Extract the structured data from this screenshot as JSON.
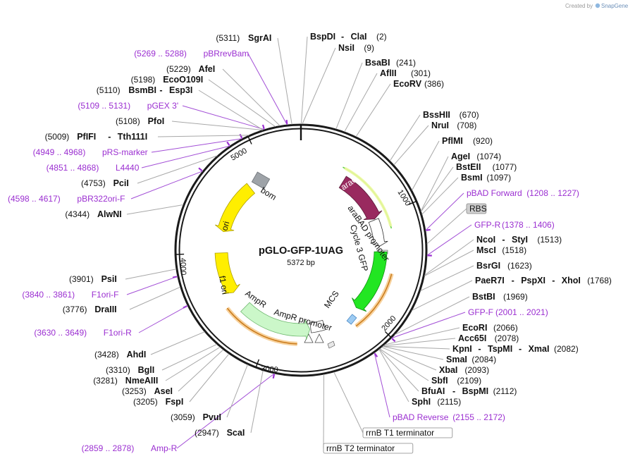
{
  "credit": {
    "prefix": "Created by",
    "brand": "SnapGene"
  },
  "plasmid": {
    "name": "pGLO-GFP-1UAG",
    "size": "5372 bp"
  },
  "colors": {
    "backbone": "#1a1a1a",
    "primer": "#9b2fd1",
    "araC": "#992a5f",
    "gfp": "#22e622",
    "ampr": "#cbf7c9",
    "ori": "#ffee00",
    "f1ori": "#ffee00",
    "mcs": "#9dcbf2",
    "bom": "#9ea3a8",
    "terminator": "#e0e0e0",
    "binding": "#f5a742"
  },
  "scale_ticks": [
    "1000",
    "2000",
    "3000",
    "4000",
    "5000"
  ],
  "features": {
    "araC": "araC",
    "araBAD": "araBAD promoter",
    "gfp": "Cycle 3 GFP",
    "mcs": "MCS",
    "amprp": "AmpR promoter",
    "ampr": "AmpR",
    "f1ori": "f1 ori",
    "ori": "ori",
    "bom": "bom"
  },
  "labels": [
    {
      "id": "bspdi",
      "type": "enzyme",
      "parts": [
        "BspDI",
        "ClaI"
      ],
      "pos": "(2)"
    },
    {
      "id": "nsii",
      "type": "enzyme",
      "parts": [
        "NsiI"
      ],
      "pos": "(9)"
    },
    {
      "id": "bsabi",
      "type": "enzyme",
      "parts": [
        "BsaBI"
      ],
      "pos": "(241)"
    },
    {
      "id": "aflii",
      "type": "enzyme",
      "parts": [
        "AflII"
      ],
      "pos": "(301)"
    },
    {
      "id": "ecorv",
      "type": "enzyme",
      "parts": [
        "EcoRV"
      ],
      "pos": "(386)"
    },
    {
      "id": "bsshii",
      "type": "enzyme",
      "parts": [
        "BssHII"
      ],
      "pos": "(670)"
    },
    {
      "id": "nrui",
      "type": "enzyme",
      "parts": [
        "NruI"
      ],
      "pos": "(708)"
    },
    {
      "id": "pflmi",
      "type": "enzyme",
      "parts": [
        "PflMI"
      ],
      "pos": "(920)"
    },
    {
      "id": "agei",
      "type": "enzyme",
      "parts": [
        "AgeI"
      ],
      "pos": "(1074)"
    },
    {
      "id": "bsteii",
      "type": "enzyme",
      "parts": [
        "BstEII"
      ],
      "pos": "(1077)"
    },
    {
      "id": "bsmi",
      "type": "enzyme",
      "parts": [
        "BsmI"
      ],
      "pos": "(1097)"
    },
    {
      "id": "pbadf",
      "type": "primer",
      "parts": [
        "pBAD Forward"
      ],
      "pos": "(1208 .. 1227)"
    },
    {
      "id": "rbs",
      "type": "box",
      "parts": [
        "RBS"
      ],
      "pos": ""
    },
    {
      "id": "gfpr",
      "type": "primer",
      "parts": [
        "GFP-R"
      ],
      "pos": "(1378 .. 1406)"
    },
    {
      "id": "ncoi",
      "type": "enzyme",
      "parts": [
        "NcoI",
        "StyI"
      ],
      "pos": "(1513)"
    },
    {
      "id": "msci",
      "type": "enzyme",
      "parts": [
        "MscI"
      ],
      "pos": "(1518)"
    },
    {
      "id": "bsrgi",
      "type": "enzyme",
      "parts": [
        "BsrGI"
      ],
      "pos": "(1623)"
    },
    {
      "id": "paer7i",
      "type": "enzyme",
      "parts": [
        "PaeR7I",
        "PspXI",
        "XhoI"
      ],
      "pos": "(1768)"
    },
    {
      "id": "bstbi",
      "type": "enzyme",
      "parts": [
        "BstBI"
      ],
      "pos": "(1969)"
    },
    {
      "id": "gfpf",
      "type": "primer",
      "parts": [
        "GFP-F"
      ],
      "pos": "(2001 .. 2021)"
    },
    {
      "id": "ecori",
      "type": "enzyme",
      "parts": [
        "EcoRI"
      ],
      "pos": "(2066)"
    },
    {
      "id": "acc65i",
      "type": "enzyme",
      "parts": [
        "Acc65I"
      ],
      "pos": "(2078)"
    },
    {
      "id": "kpni",
      "type": "enzyme",
      "parts": [
        "KpnI",
        "TspMI",
        "XmaI"
      ],
      "pos": "(2082)"
    },
    {
      "id": "smai",
      "type": "enzyme",
      "parts": [
        "SmaI"
      ],
      "pos": "(2084)"
    },
    {
      "id": "xbai",
      "type": "enzyme",
      "parts": [
        "XbaI"
      ],
      "pos": "(2093)"
    },
    {
      "id": "sbfi",
      "type": "enzyme",
      "parts": [
        "SbfI"
      ],
      "pos": "(2109)"
    },
    {
      "id": "bfuai",
      "type": "enzyme",
      "parts": [
        "BfuAI",
        "BspMI"
      ],
      "pos": "(2112)"
    },
    {
      "id": "sphi",
      "type": "enzyme",
      "parts": [
        "SphI"
      ],
      "pos": "(2115)"
    },
    {
      "id": "pbadr",
      "type": "primer",
      "parts": [
        "pBAD Reverse"
      ],
      "pos": "(2155 .. 2172)"
    },
    {
      "id": "rrnbt1",
      "type": "box",
      "parts": [
        "rrnB T1 terminator"
      ],
      "pos": ""
    },
    {
      "id": "rrnbt2",
      "type": "box",
      "parts": [
        "rrnB T2 terminator"
      ],
      "pos": ""
    },
    {
      "id": "ampr_primer",
      "type": "primer",
      "parts": [
        "Amp-R"
      ],
      "pos": "(2859 .. 2878)"
    },
    {
      "id": "scai",
      "type": "enzyme",
      "parts": [
        "ScaI"
      ],
      "pos": "(2947)"
    },
    {
      "id": "pvui",
      "type": "enzyme",
      "parts": [
        "PvuI"
      ],
      "pos": "(3059)"
    },
    {
      "id": "fspi",
      "type": "enzyme",
      "parts": [
        "FspI"
      ],
      "pos": "(3205)"
    },
    {
      "id": "asei",
      "type": "enzyme",
      "parts": [
        "AseI"
      ],
      "pos": "(3253)"
    },
    {
      "id": "nmeaiii",
      "type": "enzyme",
      "parts": [
        "NmeAIII"
      ],
      "pos": "(3281)"
    },
    {
      "id": "bgli",
      "type": "enzyme",
      "parts": [
        "BglI"
      ],
      "pos": "(3310)"
    },
    {
      "id": "ahdi",
      "type": "enzyme",
      "parts": [
        "AhdI"
      ],
      "pos": "(3428)"
    },
    {
      "id": "f1orir",
      "type": "primer",
      "parts": [
        "F1ori-R"
      ],
      "pos": "(3630 .. 3649)"
    },
    {
      "id": "draiii",
      "type": "enzyme",
      "parts": [
        "DraIII"
      ],
      "pos": "(3776)"
    },
    {
      "id": "f1orif",
      "type": "primer",
      "parts": [
        "F1ori-F"
      ],
      "pos": "(3840 .. 3861)"
    },
    {
      "id": "psii",
      "type": "enzyme",
      "parts": [
        "PsiI"
      ],
      "pos": "(3901)"
    },
    {
      "id": "alwni",
      "type": "enzyme",
      "parts": [
        "AlwNI"
      ],
      "pos": "(4344)"
    },
    {
      "id": "pbr322",
      "type": "primer",
      "parts": [
        "pBR322ori-F"
      ],
      "pos": "(4598 .. 4617)"
    },
    {
      "id": "pcii",
      "type": "enzyme",
      "parts": [
        "PciI"
      ],
      "pos": "(4753)"
    },
    {
      "id": "l4440",
      "type": "primer",
      "parts": [
        "L4440"
      ],
      "pos": "(4851 .. 4868)"
    },
    {
      "id": "prsmarker",
      "type": "primer",
      "parts": [
        "pRS-marker"
      ],
      "pos": "(4949 .. 4968)"
    },
    {
      "id": "pfifi",
      "type": "enzyme",
      "parts": [
        "PfIFI",
        "Tth111I"
      ],
      "pos": "(5009)"
    },
    {
      "id": "pfoi",
      "type": "enzyme",
      "parts": [
        "PfoI"
      ],
      "pos": "(5108)"
    },
    {
      "id": "pgex3",
      "type": "primer",
      "parts": [
        "pGEX 3'"
      ],
      "pos": "(5109 .. 5131)"
    },
    {
      "id": "bsmbi",
      "type": "enzyme",
      "parts": [
        "BsmBI",
        "Esp3I"
      ],
      "pos": "(5110)"
    },
    {
      "id": "ecoo109i",
      "type": "enzyme",
      "parts": [
        "EcoO109I"
      ],
      "pos": "(5198)"
    },
    {
      "id": "afei",
      "type": "enzyme",
      "parts": [
        "AfeI"
      ],
      "pos": "(5229)"
    },
    {
      "id": "pbrrevbam",
      "type": "primer",
      "parts": [
        "pBRrevBam"
      ],
      "pos": "(5269 .. 5288)"
    },
    {
      "id": "sgrai",
      "type": "enzyme",
      "parts": [
        "SgrAI"
      ],
      "pos": "(5311)"
    }
  ]
}
